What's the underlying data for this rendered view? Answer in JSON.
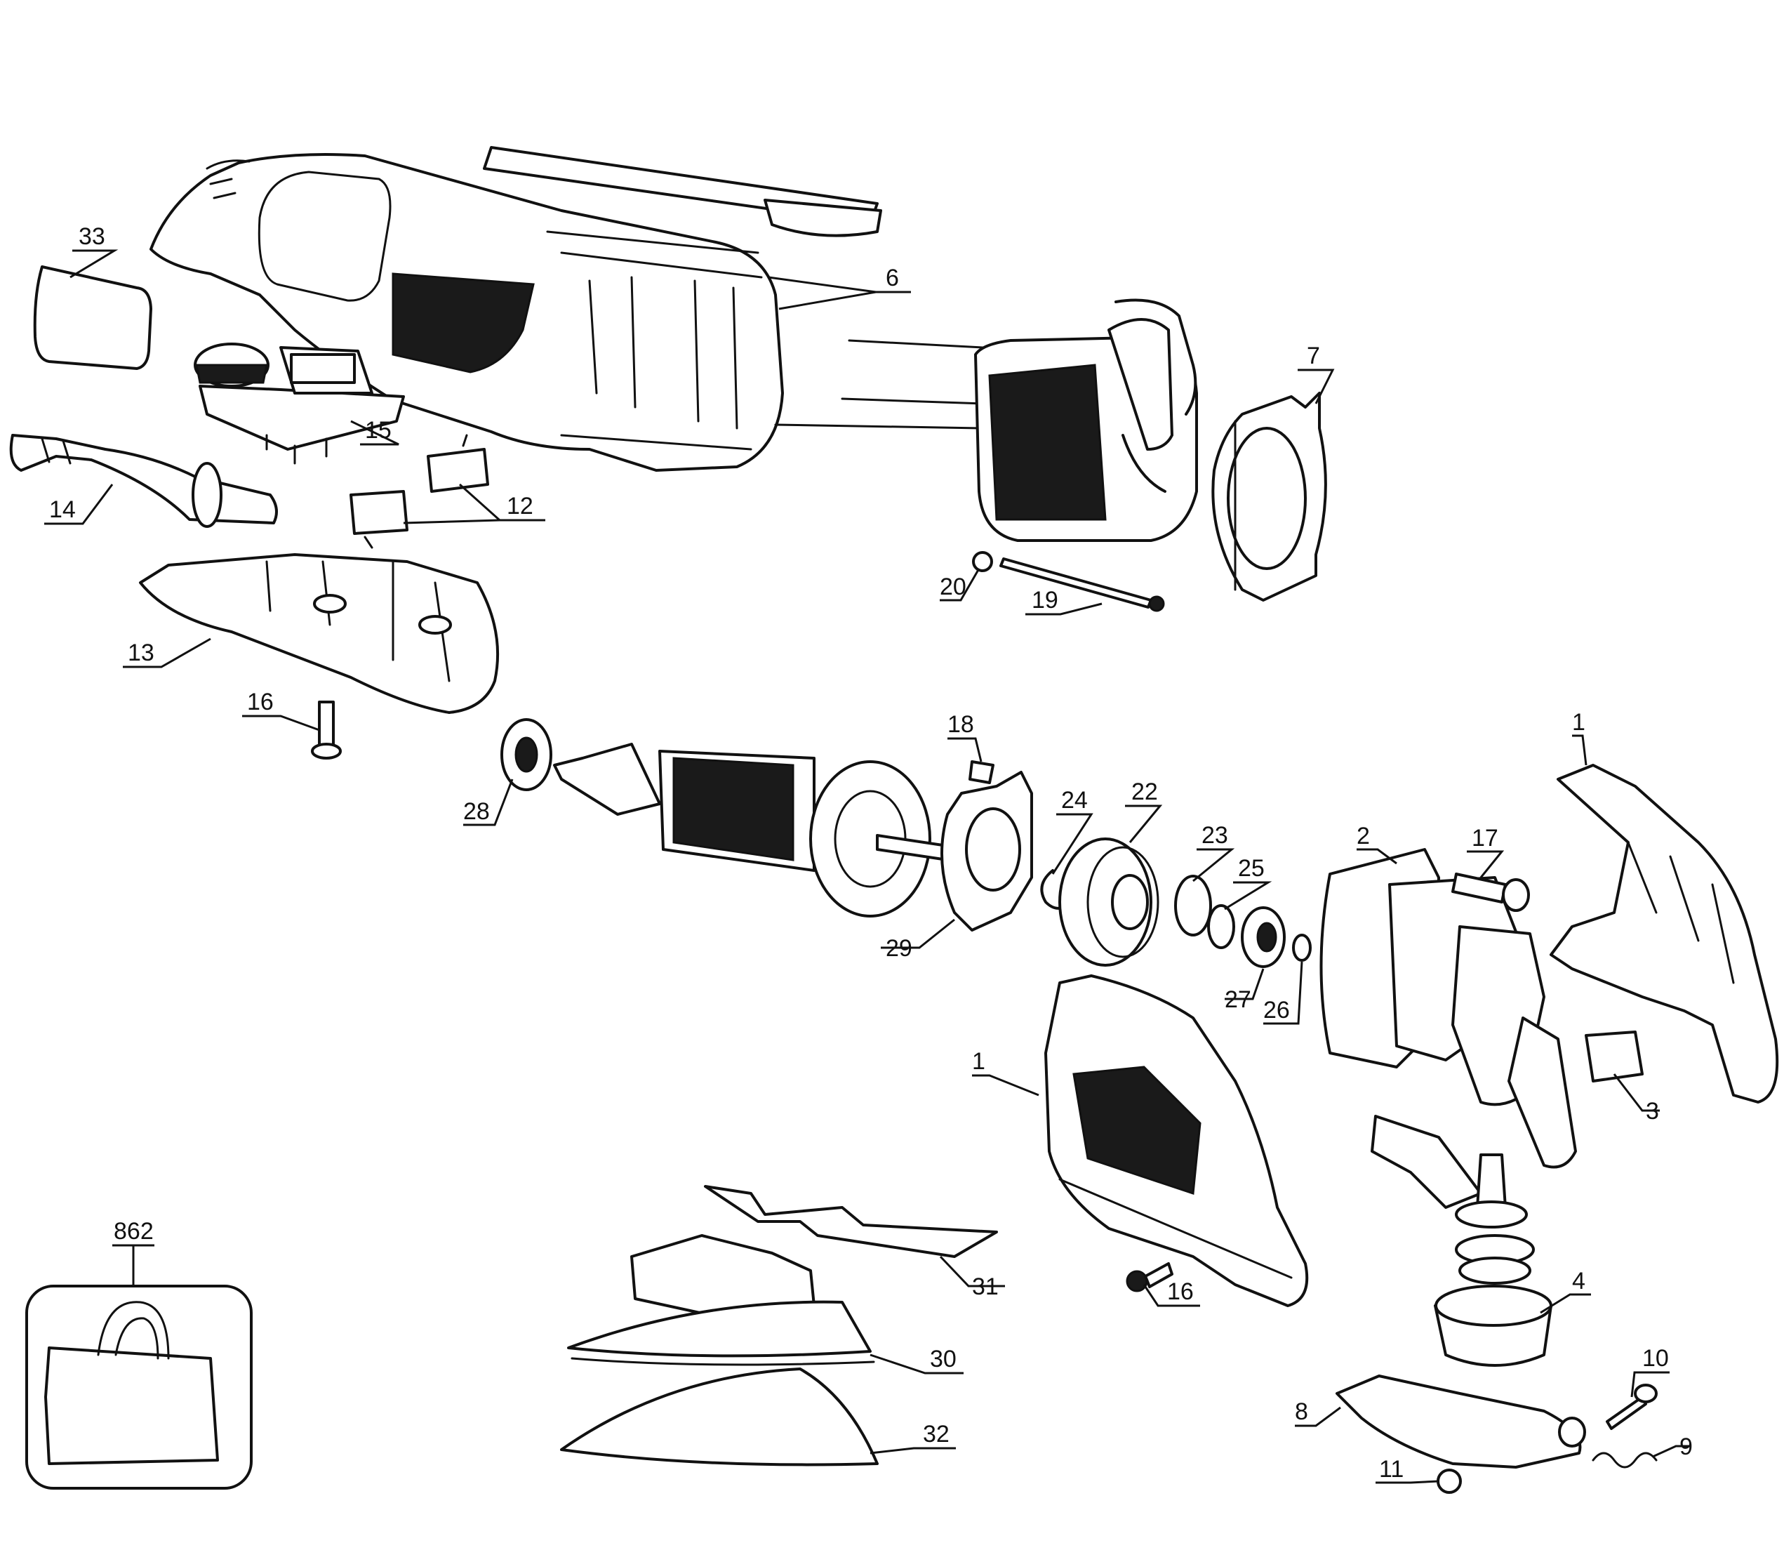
{
  "labels": [
    {
      "id": "33",
      "text": "33"
    },
    {
      "id": "6",
      "text": "6"
    },
    {
      "id": "7",
      "text": "7"
    },
    {
      "id": "15",
      "text": "15"
    },
    {
      "id": "14",
      "text": "14"
    },
    {
      "id": "12",
      "text": "12"
    },
    {
      "id": "13",
      "text": "13"
    },
    {
      "id": "16a",
      "text": "16"
    },
    {
      "id": "20",
      "text": "20"
    },
    {
      "id": "19",
      "text": "19"
    },
    {
      "id": "18",
      "text": "18"
    },
    {
      "id": "1a",
      "text": "1"
    },
    {
      "id": "28",
      "text": "28"
    },
    {
      "id": "24",
      "text": "24"
    },
    {
      "id": "22",
      "text": "22"
    },
    {
      "id": "23",
      "text": "23"
    },
    {
      "id": "25",
      "text": "25"
    },
    {
      "id": "2",
      "text": "2"
    },
    {
      "id": "17",
      "text": "17"
    },
    {
      "id": "29",
      "text": "29"
    },
    {
      "id": "27",
      "text": "27"
    },
    {
      "id": "26",
      "text": "26"
    },
    {
      "id": "1b",
      "text": "1"
    },
    {
      "id": "3",
      "text": "3"
    },
    {
      "id": "862",
      "text": "862"
    },
    {
      "id": "31",
      "text": "31"
    },
    {
      "id": "16b",
      "text": "16"
    },
    {
      "id": "4",
      "text": "4"
    },
    {
      "id": "30",
      "text": "30"
    },
    {
      "id": "10",
      "text": "10"
    },
    {
      "id": "8",
      "text": "8"
    },
    {
      "id": "9",
      "text": "9"
    },
    {
      "id": "32",
      "text": "32"
    },
    {
      "id": "11",
      "text": "11"
    }
  ]
}
